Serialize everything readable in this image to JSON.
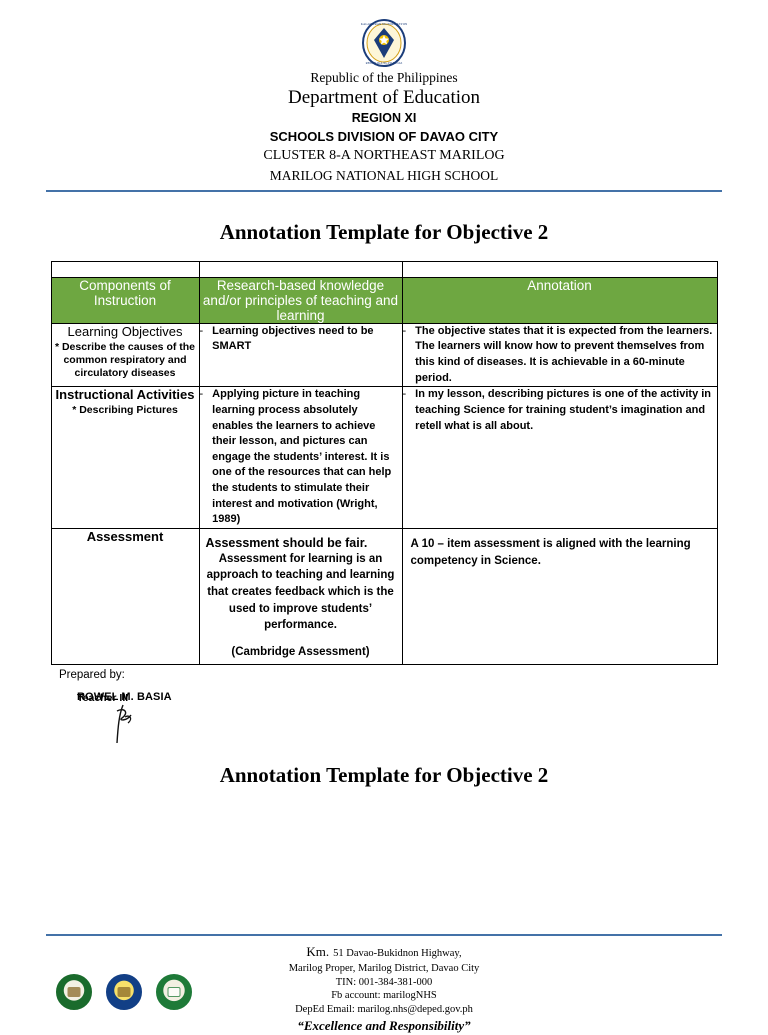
{
  "header": {
    "seal_alt": "philippine-seal",
    "republic": "Republic of the Philippines",
    "department": "Department of Education",
    "region": "REGION XI",
    "division": "SCHOOLS DIVISION OF DAVAO CITY",
    "cluster": "CLUSTER 8-A NORTHEAST MARILOG",
    "school": "MARILOG NATIONAL HIGH SCHOOL",
    "rule_color": "#4472a8"
  },
  "title": "Annotation Template for Objective 2",
  "title_bottom": "Annotation Template for Objective 2",
  "table": {
    "header_bg": "#6ea741",
    "columns": [
      "Components of Instruction",
      "Research-based knowledge and/or principles of teaching and learning",
      "Annotation"
    ],
    "rows": [
      {
        "component_main": "Learning Objectives",
        "component_sub": "* Describe the causes of the common respiratory and circulatory diseases",
        "research_dash": "-",
        "research": "Learning objectives need to be SMART",
        "annotation_dash": "-",
        "annotation": "The objective states that it is expected from the learners. The learners will know how to prevent themselves from this kind of diseases. It is achievable in a 60-minute period."
      },
      {
        "component_main": "Instructional Activities",
        "component_sub": "* Describing Pictures",
        "research_dash": "-",
        "research": "Applying picture in teaching learning process absolutely enables the learners to achieve their lesson, and pictures can engage the students’ interest. It is one of the resources that can help the students to stimulate their interest and motivation (Wright, 1989)",
        "annotation_dash": "-",
        "annotation": "In my lesson, describing pictures is one of the activity in teaching Science for training student’s imagination and retell what is all about."
      },
      {
        "component_main": "Assessment",
        "component_sub": "",
        "research_head": "Assessment should be fair.",
        "research": "Assessment for learning is an approach to teaching and learning that creates feedback which is the used to improve students’ performance.",
        "research_source": "(Cambridge Assessment)",
        "annotation": "A 10 – item assessment is aligned with the learning competency in Science."
      }
    ]
  },
  "prepared": {
    "label": "Prepared by:",
    "teacher_name": "ROWEL M. BASIA",
    "teacher_role": "Teacher III",
    "signature_alt": "handwritten-signature"
  },
  "footer": {
    "km_prefix": "Km.",
    "address_line1": "51 Davao-Bukidnon Highway,",
    "address_line2": "Marilog Proper, Marilog District, Davao City",
    "tin": "TIN: 001-384-381-000",
    "fb": "Fb account: marilogNHS",
    "email": "DepEd Email: marilog.nhs@deped.gov.ph",
    "motto": "“Excellence and Responsibility”",
    "logos": [
      "deped-logo",
      "davao-city-division-logo",
      "marilog-nhs-logo"
    ]
  }
}
